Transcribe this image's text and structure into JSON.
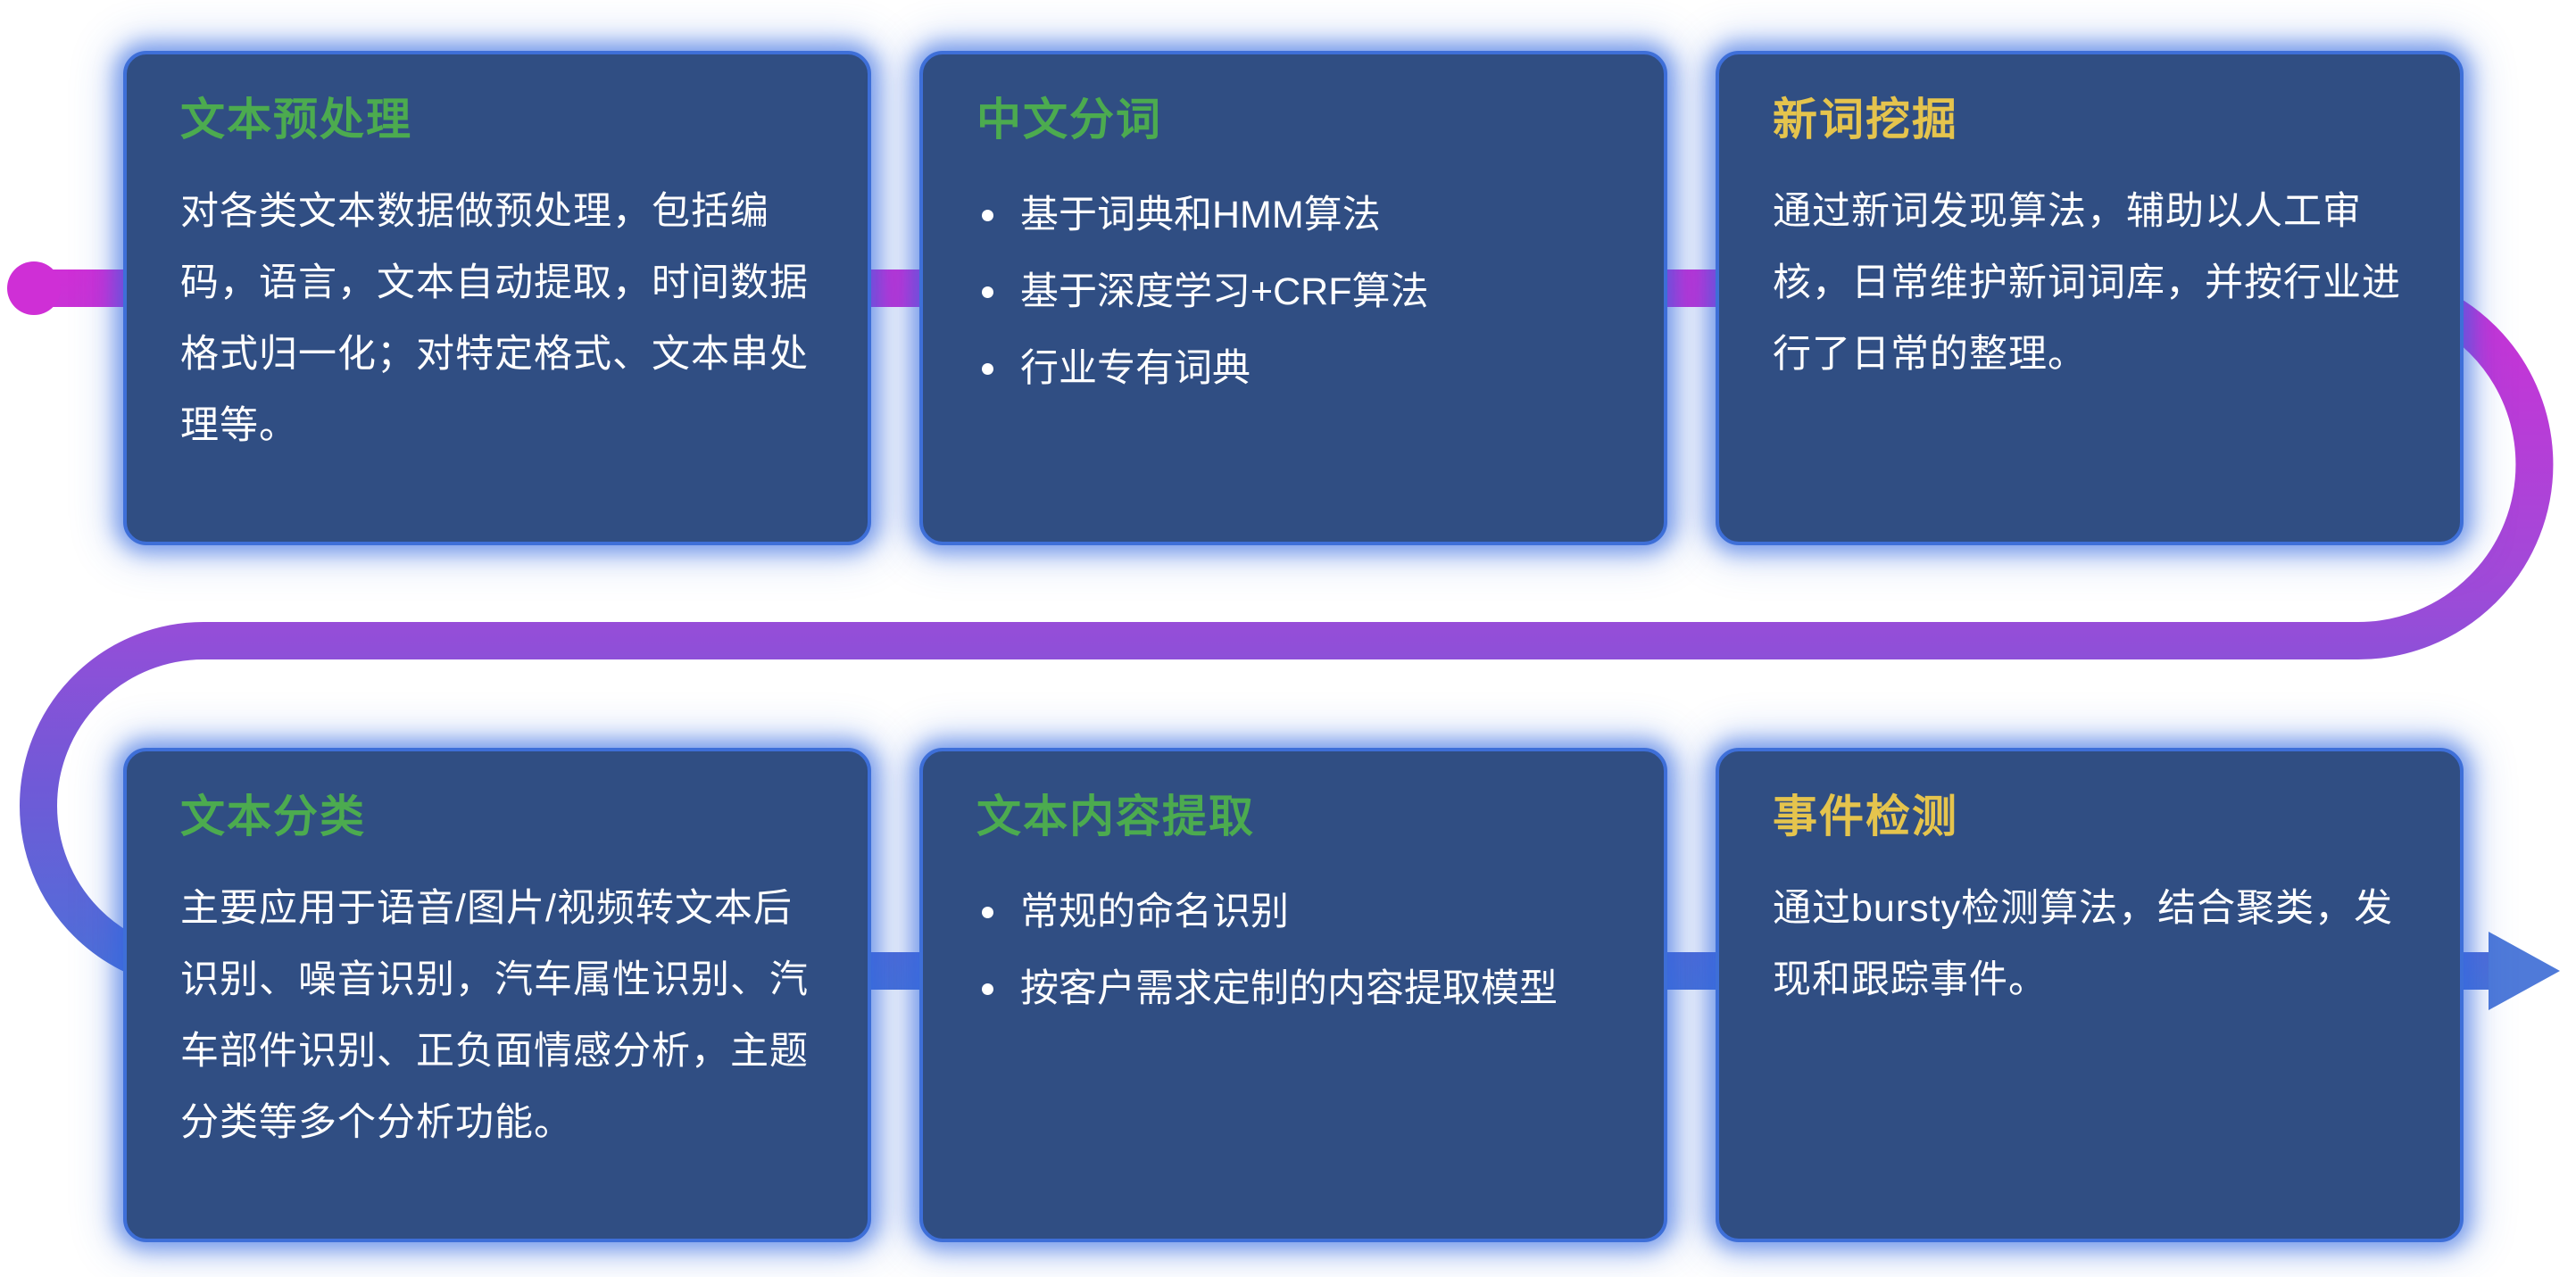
{
  "colors": {
    "card_background": "#304e83",
    "card_border_glow": "#3e6fd8",
    "title_green": "#4cab4f",
    "title_yellow": "#e5c44d",
    "body_text": "#ffffff",
    "flow_start_magenta": "#cf2fd6",
    "flow_mid_purple": "#9153d9",
    "flow_end_blue": "#4a72d8"
  },
  "flow": {
    "shape": "snake left-to-right, U-turn on right side, back across middle, U-turn on left side, ends with right arrow",
    "start_marker": "magenta dot",
    "end_marker": "blue right-pointing arrow"
  },
  "cards": [
    {
      "id": "text-preprocessing",
      "title": "文本预处理",
      "title_color": "green",
      "type": "paragraph",
      "body": "对各类文本数据做预处理，包括编码，语言，文本自动提取，时间数据格式归一化；对特定格式、文本串处理等。"
    },
    {
      "id": "chinese-word-segmentation",
      "title": "中文分词",
      "title_color": "green",
      "type": "bullets",
      "bullets": [
        "基于词典和HMM算法",
        "基于深度学习+CRF算法",
        "行业专有词典"
      ]
    },
    {
      "id": "new-word-mining",
      "title": "新词挖掘",
      "title_color": "yellow",
      "type": "paragraph",
      "body": "通过新词发现算法，辅助以人工审核，日常维护新词词库，并按行业进行了日常的整理。"
    },
    {
      "id": "text-classification",
      "title": "文本分类",
      "title_color": "green",
      "type": "paragraph",
      "body": "主要应用于语音/图片/视频转文本后识别、噪音识别，汽车属性识别、汽车部件识别、正负面情感分析，主题分类等多个分析功能。"
    },
    {
      "id": "text-content-extraction",
      "title": "文本内容提取",
      "title_color": "green",
      "type": "bullets",
      "bullets": [
        "常规的命名识别",
        "按客户需求定制的内容提取模型"
      ]
    },
    {
      "id": "event-detection",
      "title": "事件检测",
      "title_color": "yellow",
      "type": "paragraph",
      "body": "通过bursty检测算法，结合聚类，发现和跟踪事件。"
    }
  ]
}
